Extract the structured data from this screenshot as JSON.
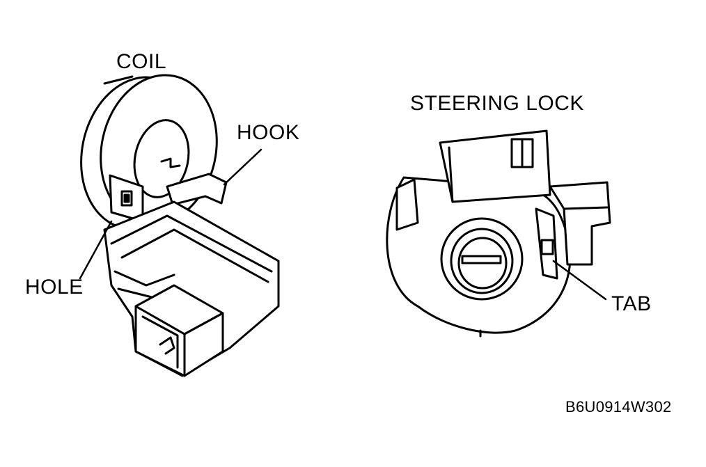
{
  "labels": {
    "coil": "COIL",
    "hook": "HOOK",
    "hole": "HOLE",
    "steering_lock": "STEERING LOCK",
    "tab": "TAB"
  },
  "figure_code": "B6U0914W302",
  "colors": {
    "ink": "#000000",
    "paper": "#ffffff"
  }
}
